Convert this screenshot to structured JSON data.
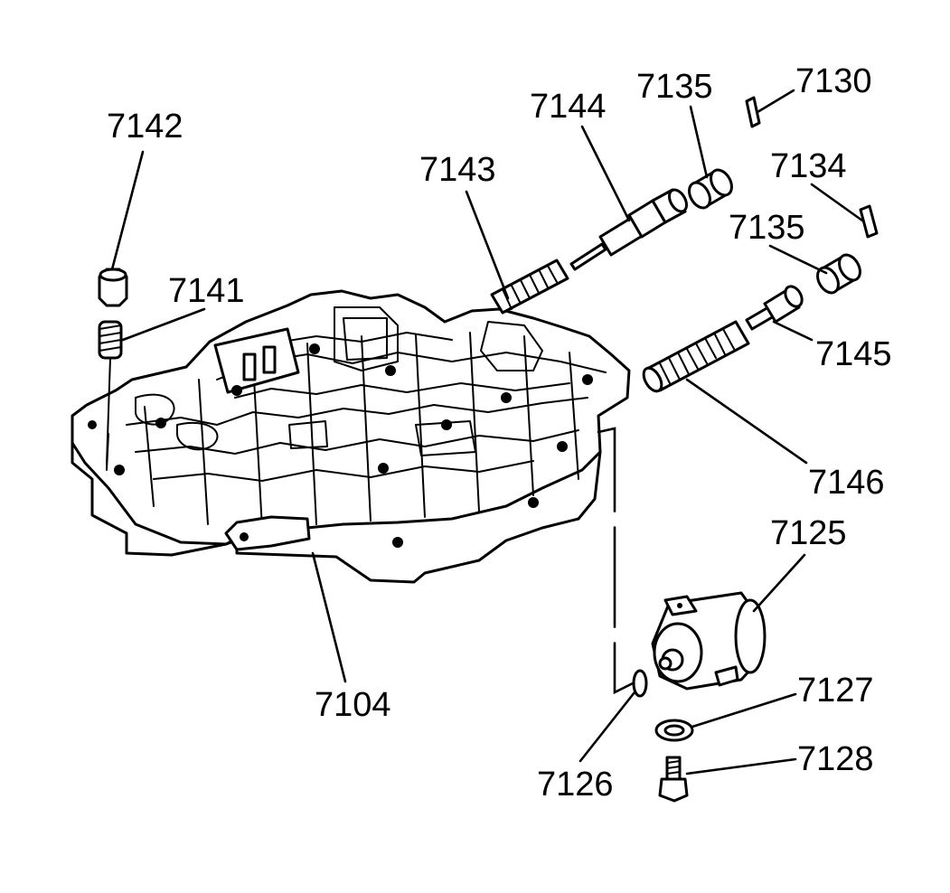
{
  "labels": {
    "7142": "7142",
    "7141": "7141",
    "7143": "7143",
    "7144": "7144",
    "7135a": "7135",
    "7130": "7130",
    "7134": "7134",
    "7135b": "7135",
    "7145": "7145",
    "7146": "7146",
    "7125": "7125",
    "7127": "7127",
    "7128": "7128",
    "7126": "7126",
    "7104": "7104"
  },
  "colors": {
    "ink": "#000000",
    "paper": "#ffffff"
  }
}
